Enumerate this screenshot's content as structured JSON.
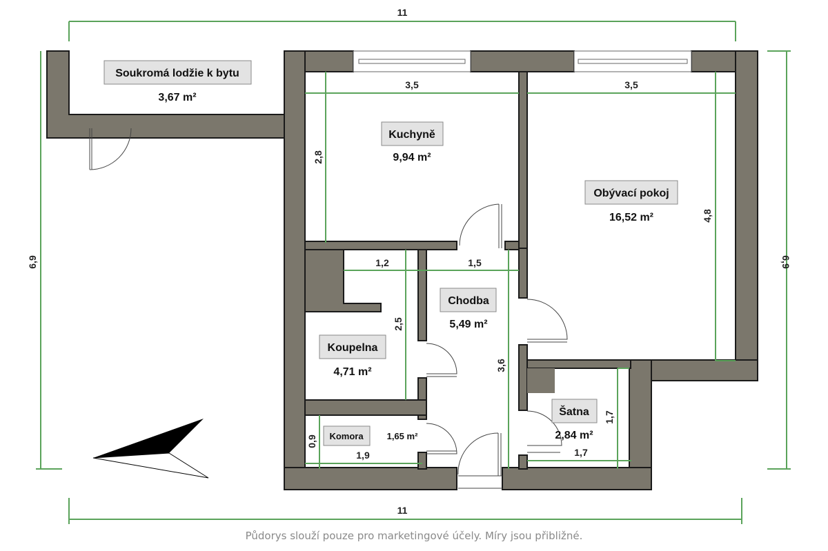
{
  "plan": {
    "rooms": [
      {
        "id": "loggia",
        "name": "Soukromá lodžie k bytu",
        "area": "3,67 m²"
      },
      {
        "id": "kitchen",
        "name": "Kuchyně",
        "area": "9,94 m²"
      },
      {
        "id": "living",
        "name": "Obývací pokoj",
        "area": "16,52 m²"
      },
      {
        "id": "hallway",
        "name": "Chodba",
        "area": "5,49 m²"
      },
      {
        "id": "bathroom",
        "name": "Koupelna",
        "area": "4,71 m²"
      },
      {
        "id": "pantry",
        "name": "Komora",
        "area": "1,65 m²"
      },
      {
        "id": "wardrobe",
        "name": "Šatna",
        "area": "2,84 m²"
      }
    ],
    "dimensions": {
      "overall_top": "11",
      "overall_bottom": "11",
      "overall_left": "6,9",
      "overall_right": "6,9",
      "kitchen_width": "3,5",
      "kitchen_depth": "2,8",
      "living_width": "3,5",
      "living_depth": "4,8",
      "bathroom_width": "1,2",
      "bathroom_depth": "2,5",
      "hallway_width": "1,5",
      "hallway_depth": "3,6",
      "pantry_width": "1,9",
      "pantry_depth": "0,9",
      "wardrobe_width": "1,7",
      "wardrobe_depth": "1,7"
    },
    "compass": "north-arrow-icon"
  },
  "colors": {
    "wall": "#7b776c",
    "dimension": "#5aa35a",
    "label_box": "#e3e3e3"
  },
  "footer": {
    "disclaimer": "Půdorys slouží pouze pro marketingové účely. Míry jsou přibližné."
  }
}
